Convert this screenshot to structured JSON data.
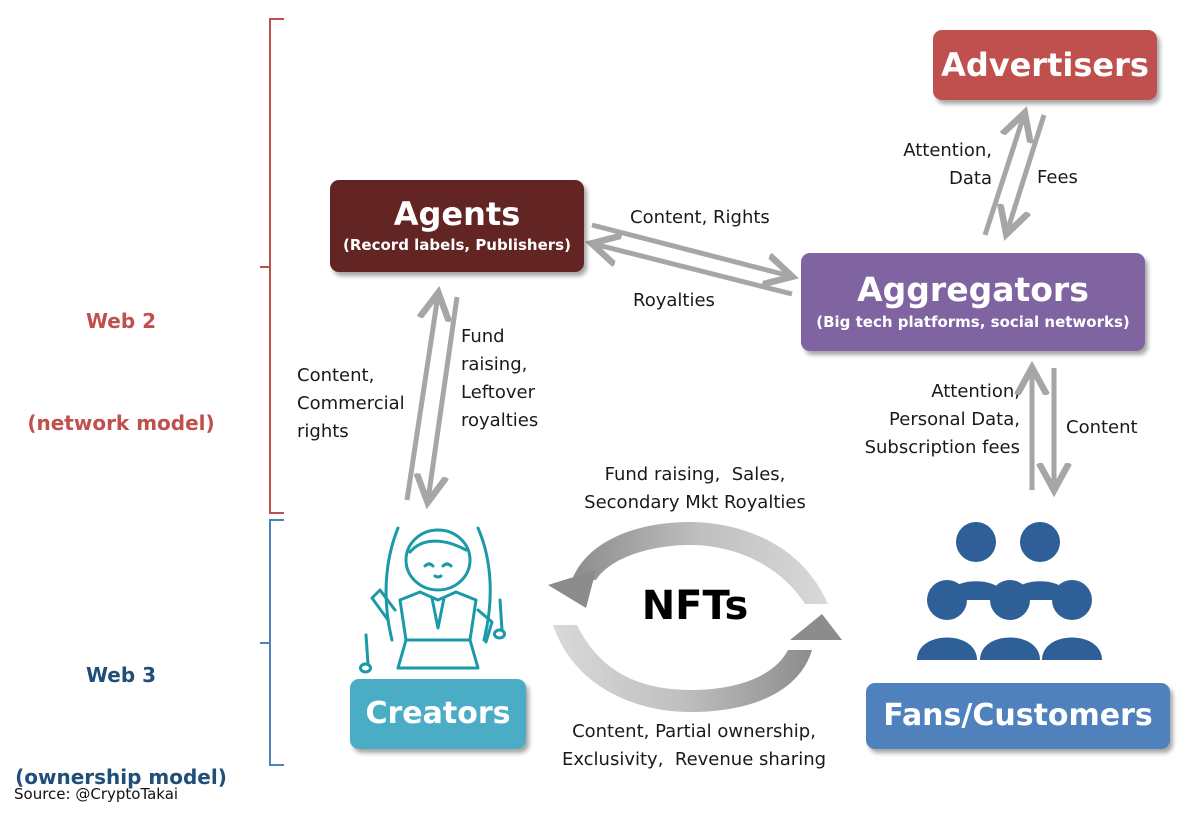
{
  "colors": {
    "web2": "#c0504d",
    "web3": "#1f4e79",
    "advertisers_box": "#c0504d",
    "agents_box": "#632523",
    "aggregators_box": "#8064a2",
    "creators_box": "#4bacc6",
    "fans_box": "#4f81bd",
    "arrow": "#a6a6a6",
    "fans_icon": "#2e5f96",
    "creator_icon": "#1a9aa8"
  },
  "sections": {
    "web2_title": "Web 2",
    "web2_subtitle": "(network model)",
    "web3_title": "Web 3",
    "web3_subtitle": "(ownership model)"
  },
  "nodes": {
    "advertisers": {
      "title": "Advertisers"
    },
    "agents": {
      "title": "Agents",
      "subtitle": "(Record labels, Publishers)"
    },
    "aggregators": {
      "title": "Aggregators",
      "subtitle": "(Big tech platforms, social networks)"
    },
    "creators": {
      "title": "Creators",
      "icon": "creator-character-icon"
    },
    "fans": {
      "title": "Fans/Customers",
      "icon": "people-group-icon"
    }
  },
  "flows": {
    "agents_to_aggregators": "Content, Rights",
    "aggregators_to_agents": "Royalties",
    "aggregators_to_advertisers": "Attention,\nData",
    "advertisers_to_aggregators": "Fees",
    "creators_to_agents": "Content,\nCommercial\nrights",
    "agents_to_creators": "Fund\nraising,\nLeftover\nroyalties",
    "fans_to_aggregators": "Attention,\nPersonal Data,\nSubscription fees",
    "aggregators_to_fans": "Content",
    "fans_to_creators": "Fund raising,  Sales,\nSecondary Mkt Royalties",
    "creators_to_fans": "Content, Partial ownership,\nExclusivity,  Revenue sharing",
    "center": "NFTs"
  },
  "source": "Source: @CryptoTakai"
}
